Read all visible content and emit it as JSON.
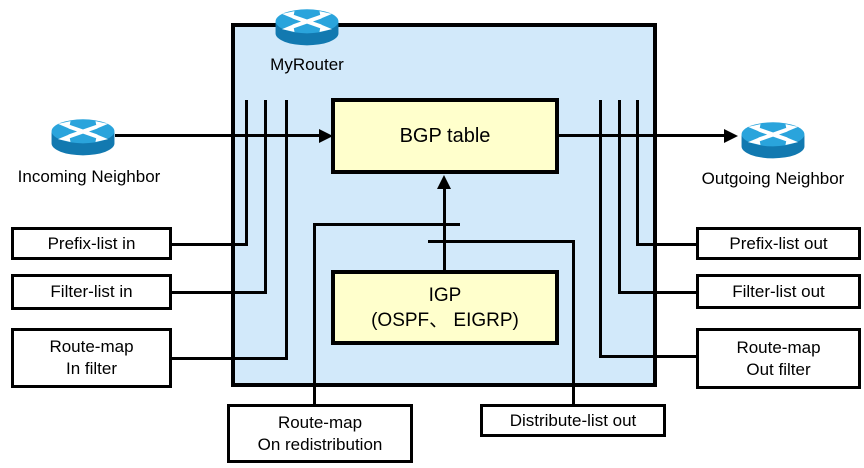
{
  "nodes": {
    "my_router": {
      "label": "MyRouter"
    },
    "incoming_neighbor": {
      "label": "Incoming Neighbor"
    },
    "outgoing_neighbor": {
      "label": "Outgoing Neighbor"
    },
    "bgp_table": {
      "label": "BGP table"
    },
    "igp": {
      "line1": "IGP",
      "line2": "(OSPF、 EIGRP)"
    }
  },
  "filters": {
    "left": [
      {
        "id": "prefix-list-in",
        "line1": "Prefix-list in"
      },
      {
        "id": "filter-list-in",
        "line1": "Filter-list in"
      },
      {
        "id": "route-map-in",
        "line1": "Route-map",
        "line2": "In filter"
      }
    ],
    "right": [
      {
        "id": "prefix-list-out",
        "line1": "Prefix-list out"
      },
      {
        "id": "filter-list-out",
        "line1": "Filter-list out"
      },
      {
        "id": "route-map-out",
        "line1": "Route-map",
        "line2": "Out filter"
      }
    ],
    "bottom": [
      {
        "id": "route-map-redistribution",
        "line1": "Route-map",
        "line2": "On redistribution"
      },
      {
        "id": "distribute-list-out",
        "line1": "Distribute-list out"
      }
    ]
  },
  "colors": {
    "domain_fill": "#d2e9fa",
    "process_fill": "#ffffcc",
    "filter_fill": "#ffffff",
    "line": "#000000",
    "router_top": "#2aa4dc",
    "router_body": "#1279b0",
    "router_arrows": "#ffffff"
  }
}
